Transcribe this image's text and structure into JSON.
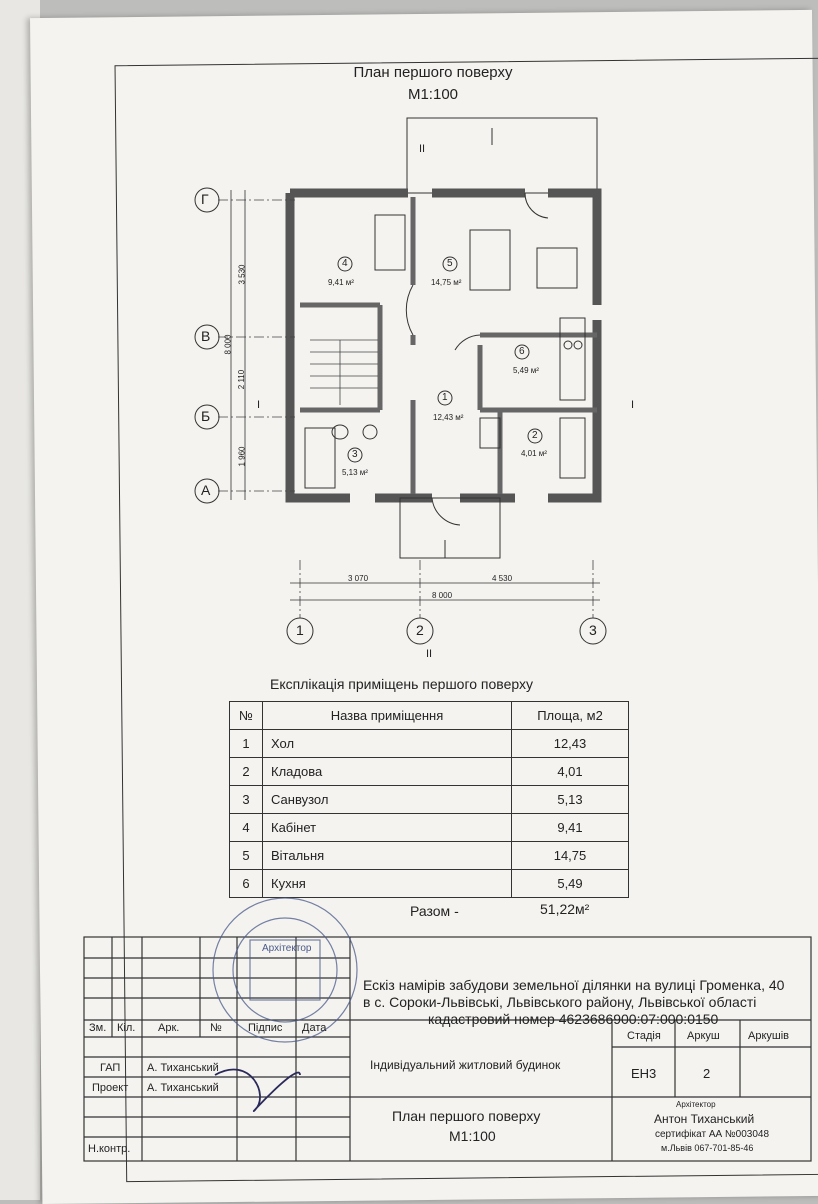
{
  "header": {
    "title": "План першого поверху",
    "scale": "М1:100"
  },
  "plan": {
    "axes_rows": [
      "Г",
      "В",
      "Б",
      "А"
    ],
    "axes_cols": [
      "1",
      "2",
      "3"
    ],
    "dims_left": [
      "3 530",
      "2 110",
      "1 960"
    ],
    "dim_left_total": "8 000",
    "dims_bottom": [
      "3 070",
      "4 530"
    ],
    "dim_bottom_total": "8 000",
    "section_I": "I",
    "section_II": "II",
    "rooms": [
      {
        "num": "1",
        "area": "12,43 м²"
      },
      {
        "num": "2",
        "area": "4,01 м²"
      },
      {
        "num": "3",
        "area": "5,13 м²"
      },
      {
        "num": "4",
        "area": "9,41 м²"
      },
      {
        "num": "5",
        "area": "14,75 м²"
      },
      {
        "num": "6",
        "area": "5,49 м²"
      }
    ]
  },
  "explication": {
    "title": "Експлікація приміщень першого поверху",
    "headers": [
      "№",
      "Назва приміщення",
      "Площа, м2"
    ],
    "rows": [
      [
        "1",
        "Хол",
        "12,43"
      ],
      [
        "2",
        "Кладова",
        "4,01"
      ],
      [
        "3",
        "Санвузол",
        "5,13"
      ],
      [
        "4",
        "Кабінет",
        "9,41"
      ],
      [
        "5",
        "Вітальня",
        "14,75"
      ],
      [
        "6",
        "Кухня",
        "5,49"
      ]
    ],
    "total_label": "Разом -",
    "total_value": "51,22м²"
  },
  "stamp": {
    "seal_text": "Архітектор",
    "project_line1": "Ескіз намірів забудови земельної ділянки на вулиці Громенка, 40",
    "project_line2": "в с. Сороки-Львівські, Львівського району, Львівської області",
    "project_line3": "кадастровий номер 4623686900:07:000:0150",
    "rev_headers": [
      "Зм.",
      "Кіл.",
      "Арк.",
      "№",
      "Підпис",
      "Дата"
    ],
    "gap_label": "ГАП",
    "gap_name": "А. Тиханський",
    "proekt_label": "Проект",
    "proekt_name": "А. Тиханський",
    "nkontr_label": "Н.контр.",
    "object": "Індивідуальний житловий будинок",
    "stage_headers": [
      "Стадія",
      "Аркуш",
      "Аркушів"
    ],
    "stage": "ЕН3",
    "sheet": "2",
    "sheet_title": "План першого поверху",
    "sheet_scale": "М1:100",
    "arch_label": "Архітектор",
    "arch_name": "Антон Тиханський",
    "cert": "сертифікат АА №003048",
    "contact": "м.Львів 067-701-85-46"
  }
}
